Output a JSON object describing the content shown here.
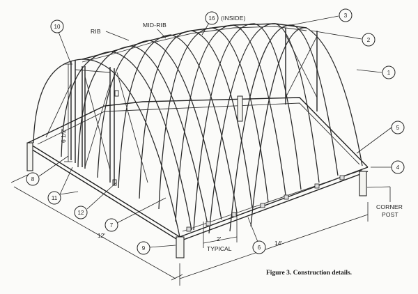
{
  "labels": {
    "rib": "RIB",
    "mid_rib": "MID-RIB",
    "inside": "(INSIDE)",
    "corner_post_line1": "CORNER",
    "corner_post_line2": "POST",
    "height": "6 1/2'",
    "width": "12'",
    "length": "14'",
    "spacing": "2'",
    "typical": "TYPICAL"
  },
  "callouts": [
    "1",
    "2",
    "3",
    "4",
    "5",
    "6",
    "7",
    "8",
    "9",
    "10",
    "11",
    "12",
    "16"
  ],
  "caption": "Figure 3. Construction details."
}
